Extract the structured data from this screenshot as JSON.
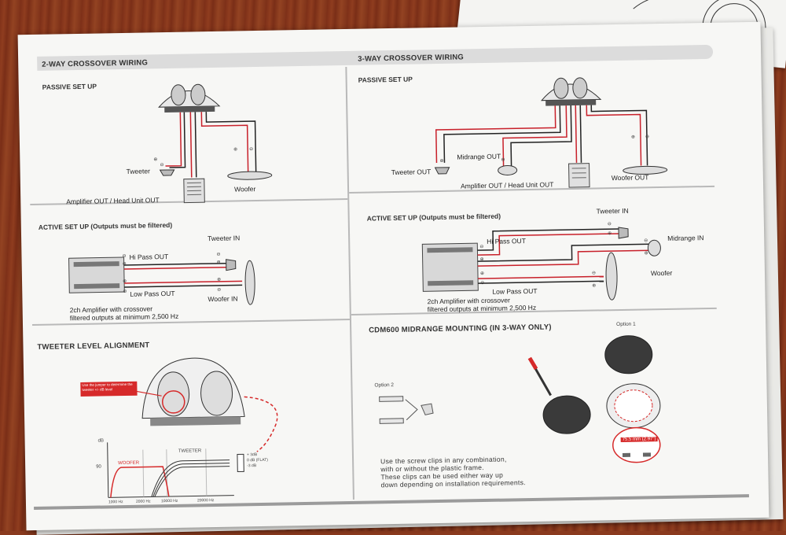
{
  "sections": {
    "two_way": "2-WAY CROSSOVER WIRING",
    "three_way": "3-WAY CROSSOVER WIRING",
    "tweeter_align": "TWEETER LEVEL ALIGNMENT",
    "cdm600": "CDM600 MIDRANGE MOUNTING (IN 3-WAY ONLY)"
  },
  "two_way_passive": {
    "title": "PASSIVE SET UP",
    "tweeter": "Tweeter",
    "woofer": "Woofer",
    "amplifier": "Amplifier OUT / Head Unit OUT"
  },
  "three_way_passive": {
    "title": "PASSIVE SET UP",
    "tweeter": "Tweeter OUT",
    "midrange": "Midrange OUT",
    "woofer": "Woofer OUT",
    "amplifier": "Amplifier OUT / Head Unit OUT"
  },
  "two_way_active": {
    "title": "ACTIVE SET UP  (Outputs must be filtered)",
    "tweeter_in": "Tweeter IN",
    "hi_pass": "Hi Pass OUT",
    "low_pass": "Low Pass OUT",
    "woofer_in": "Woofer IN",
    "amp_note_1": "2ch Amplifier with crossover",
    "amp_note_2": "filtered outputs at minimum 2,500 Hz"
  },
  "three_way_active": {
    "title": "ACTIVE SET UP  (Outputs must be filtered)",
    "tweeter_in": "Tweeter IN",
    "hi_pass": "Hi Pass OUT",
    "midrange_in": "Midrange IN",
    "woofer": "Woofer",
    "low_pass": "Low Pass OUT",
    "amp_note_1": "2ch Amplifier with crossover",
    "amp_note_2": "filtered outputs at minimum 2,500 Hz"
  },
  "tweeter_alignment": {
    "callout": "Use the jumper to determine the tweeter +/- dB level",
    "graph_woofer": "WOOFER",
    "graph_tweeter": "TWEETER",
    "db_axis": "dB",
    "db_90": "90",
    "levels": [
      "+ 3dB",
      "0 dB (FLAT)",
      "-3 dB"
    ],
    "freqs": [
      "1000 Hz",
      "2000 Hz",
      "10000 Hz",
      "20000 Hz"
    ]
  },
  "mounting": {
    "option1": "Option 1",
    "option2": "Option 2",
    "dimension": "75.5 mm (2.97\")",
    "text_1": "Use the screw clips in any combination,",
    "text_2": "with or without the plastic frame.",
    "text_3": "These clips can be used either way up",
    "text_4": "down depending on installation requirements."
  },
  "symbols": {
    "plus": "⊕",
    "minus": "⊖"
  },
  "colors": {
    "wire_red": "#c8202a",
    "wire_black": "#222222",
    "accent": "#d62a2a",
    "divider": "#b9b9b9"
  }
}
